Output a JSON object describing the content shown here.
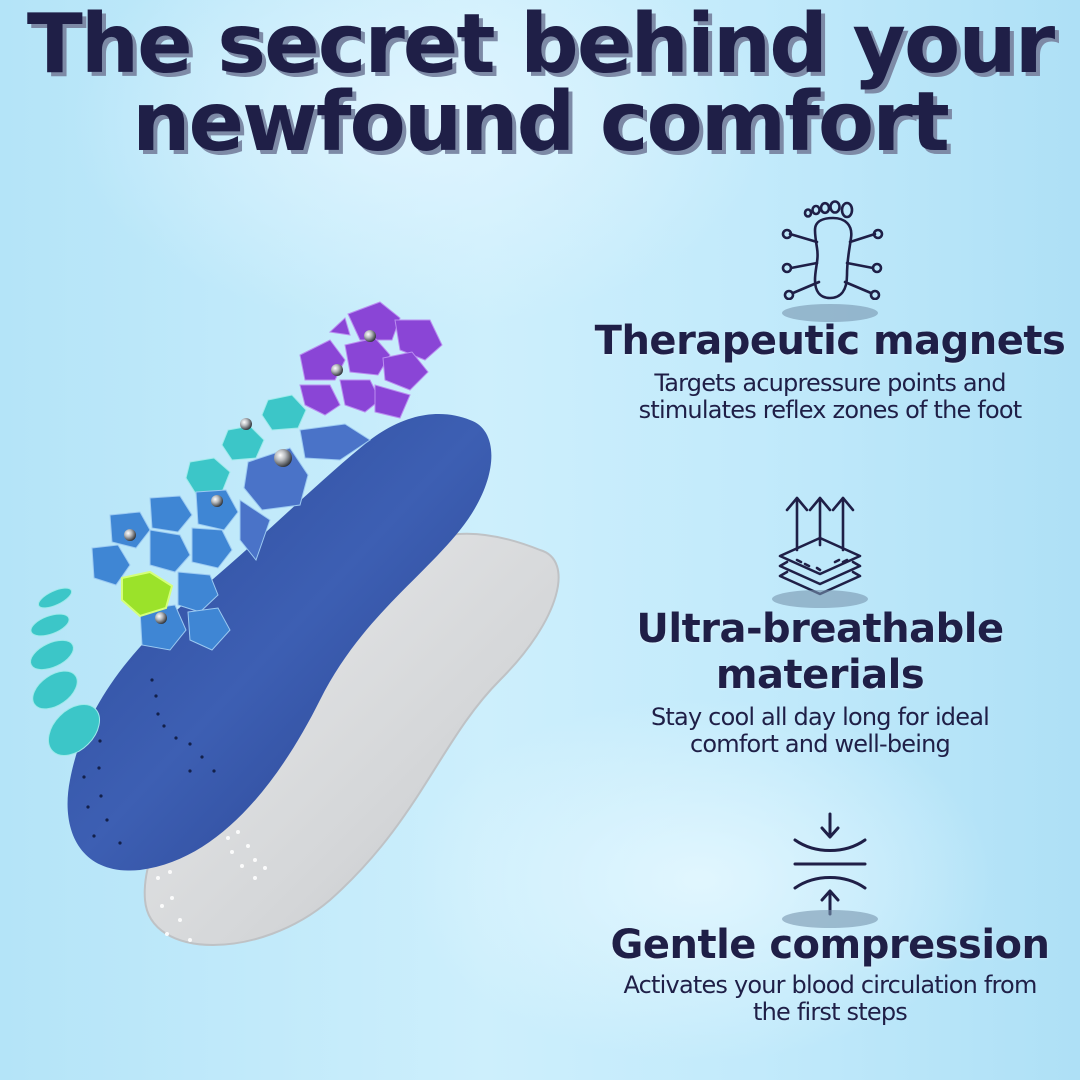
{
  "headline": {
    "line1": "The secret behind your",
    "line2": "newfound comfort"
  },
  "colors": {
    "text": "#1f1f47",
    "background_light": "#cdeffc",
    "background_edge": "#aee0f6",
    "insole_blue": "#2f4d9e",
    "insole_grey": "#d6d8da",
    "pad_purple": "#8a45d6",
    "pad_teal": "#3cc6c8",
    "pad_blue": "#3f86d4",
    "gel_green": "#9be22a"
  },
  "illustration": {
    "alt": "Exploded view of an orthopedic insole with purple, teal and blue pressure pads, metal magnets, a green gel pad, a blue suede top layer and a grey perforated base"
  },
  "features": [
    {
      "icon": "foot-reflex-icon",
      "title": "Therapeutic magnets",
      "description_line1": "Targets acupressure points and",
      "description_line2": "stimulates reflex zones of the foot"
    },
    {
      "icon": "breathable-layers-icon",
      "title_line1": "Ultra-breathable",
      "title_line2": "materials",
      "description_line1": "Stay cool all day long for ideal",
      "description_line2": "comfort and well-being"
    },
    {
      "icon": "compression-icon",
      "title": "Gentle compression",
      "description_line1": "Activates your blood circulation from",
      "description_line2": "the first steps"
    }
  ]
}
